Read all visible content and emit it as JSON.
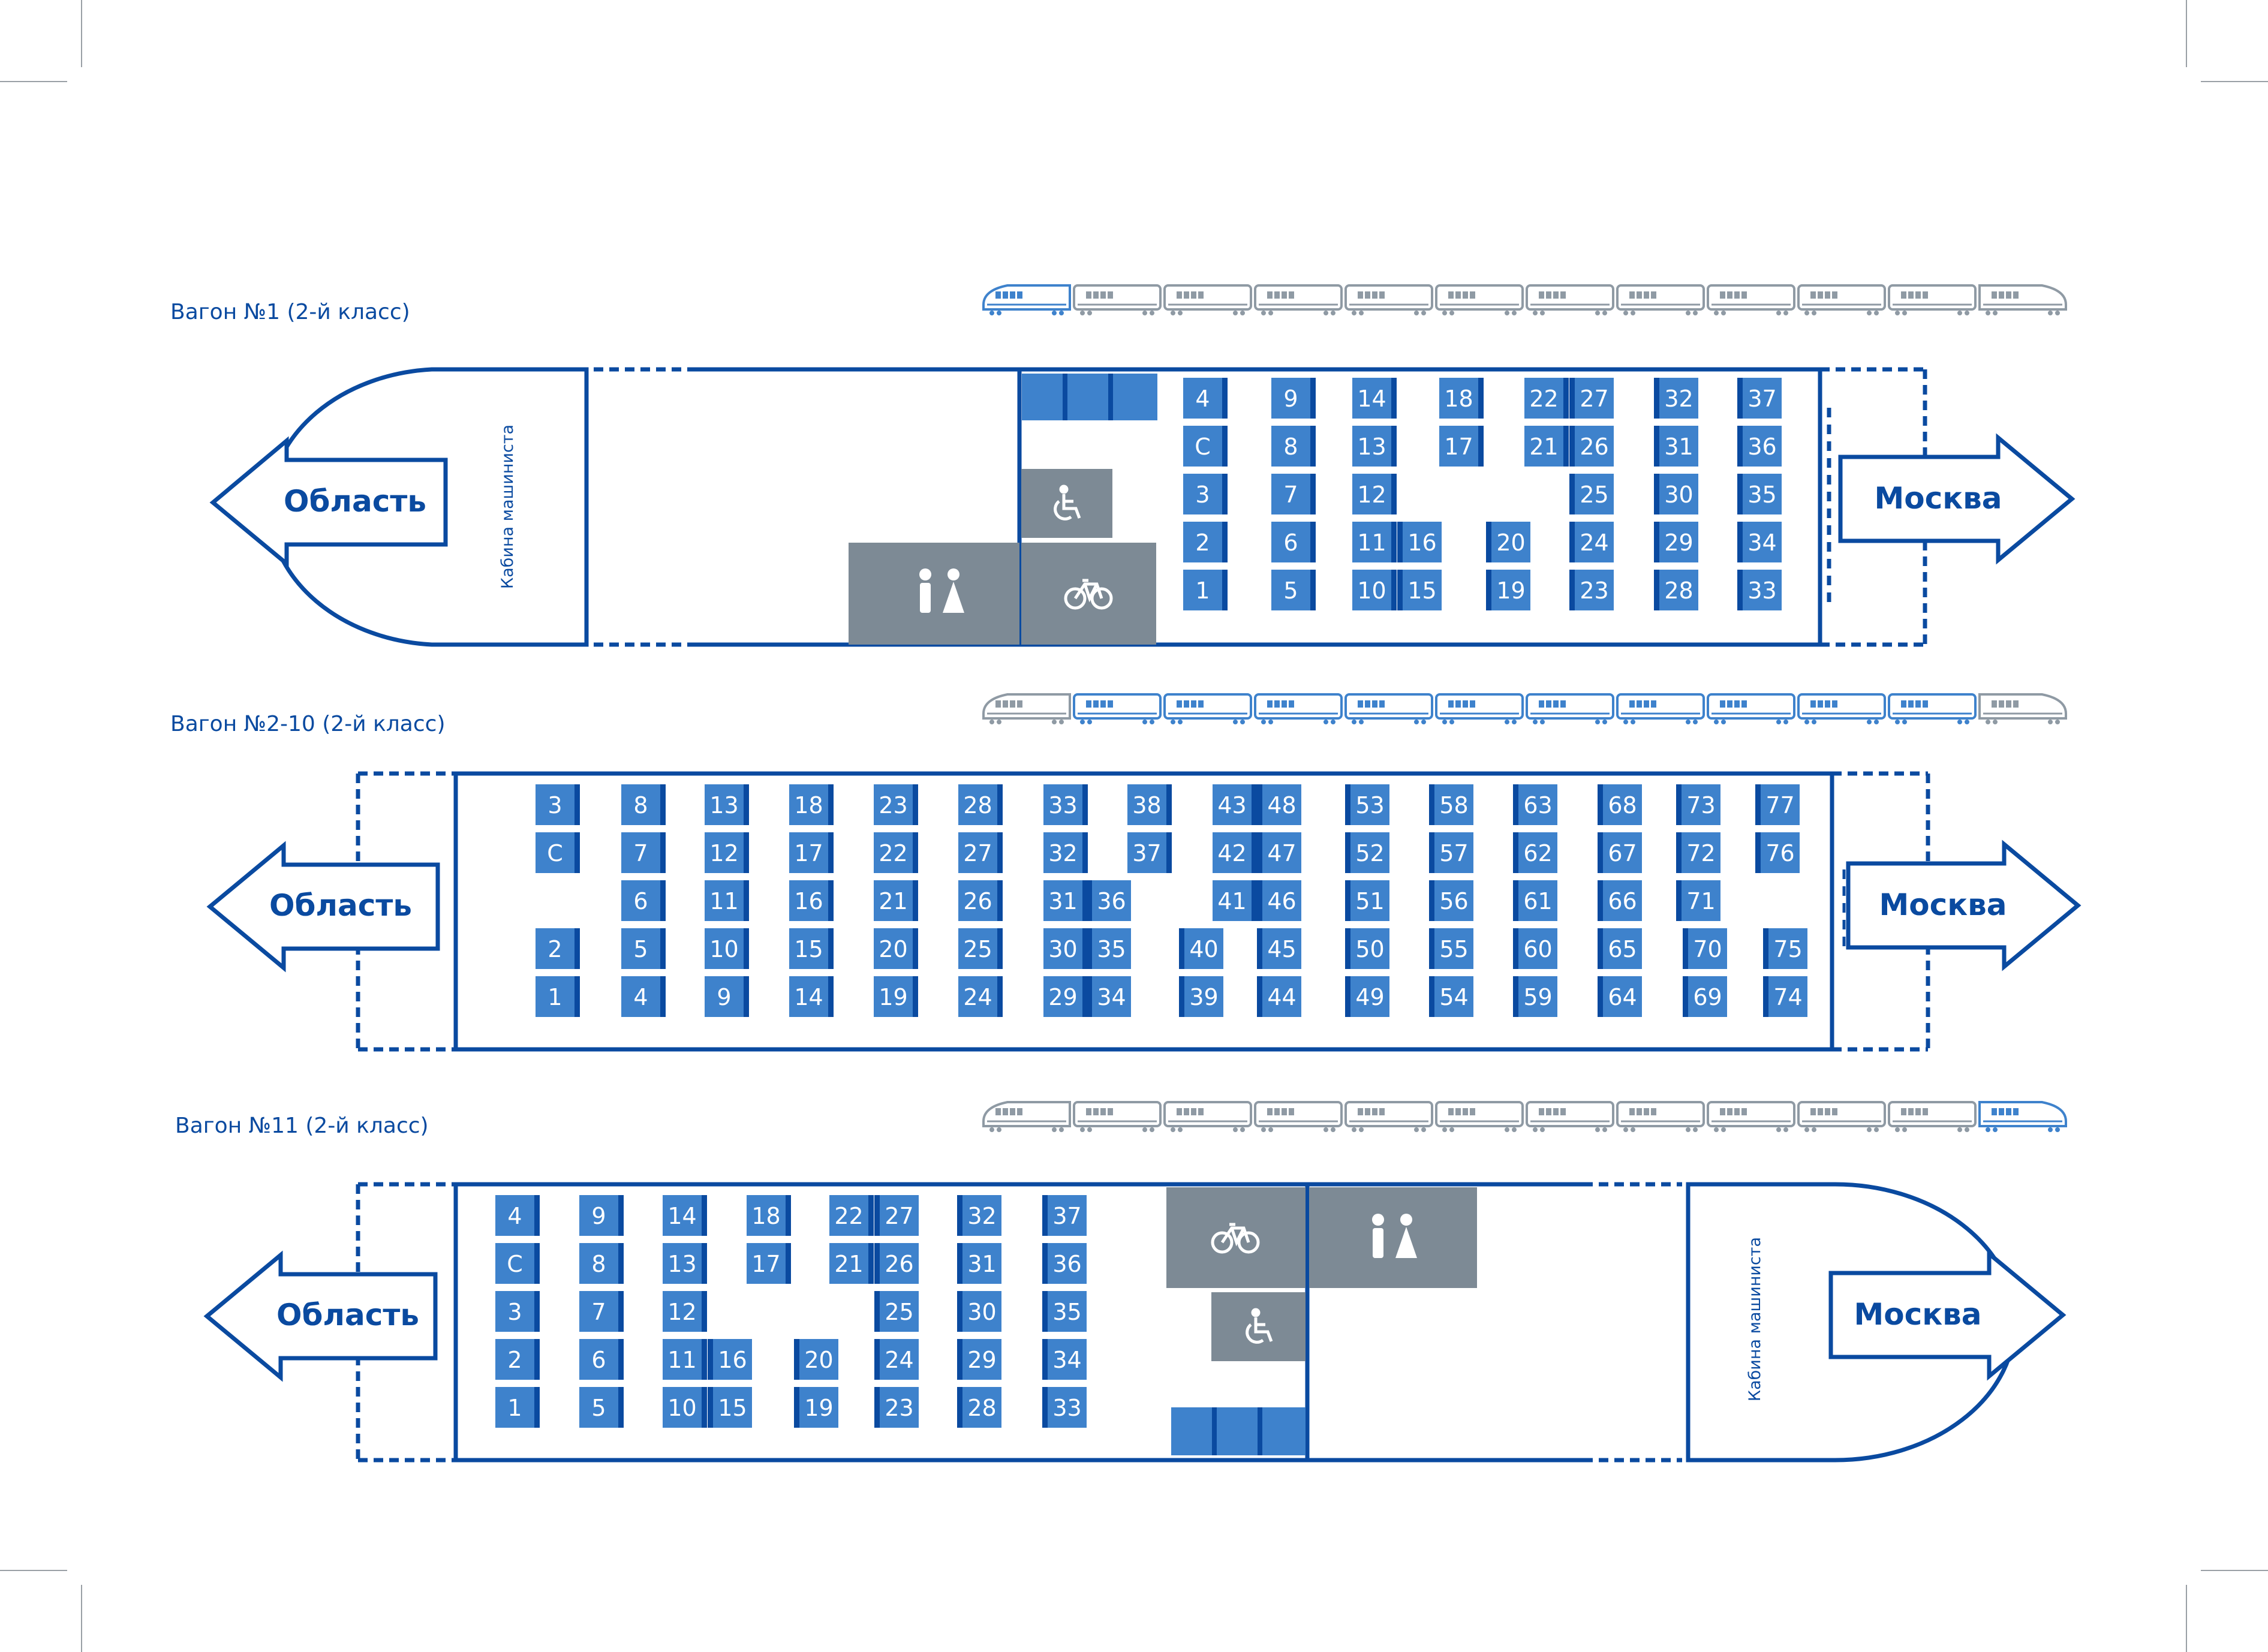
{
  "colors": {
    "outline": "#0a4aa0",
    "seat": "#3e82cc",
    "seat_back": "#0a4aa0",
    "facility": "#7d8a95",
    "train_active": "#3e82cc",
    "train_inactive": "#8f9aa4",
    "crop": "#9aa0a6"
  },
  "cars": [
    {
      "title": "Вагон №1 (2-й класс)",
      "left_direction": "Область",
      "right_direction": "Москва",
      "driver_cab": "Кабина машиниста",
      "train_active_index": 0,
      "seats": [
        {
          "label": "4",
          "facing": "r"
        },
        {
          "label": "С",
          "facing": "r"
        },
        {
          "label": "3",
          "facing": "r"
        },
        {
          "label": "2",
          "facing": "r"
        },
        {
          "label": "1",
          "facing": "r"
        },
        {
          "label": "9",
          "facing": "r"
        },
        {
          "label": "8",
          "facing": "r"
        },
        {
          "label": "7",
          "facing": "r"
        },
        {
          "label": "6",
          "facing": "r"
        },
        {
          "label": "5",
          "facing": "r"
        },
        {
          "label": "14",
          "facing": "r"
        },
        {
          "label": "13",
          "facing": "r"
        },
        {
          "label": "12",
          "facing": "r"
        },
        {
          "label": "11",
          "facing": "r"
        },
        {
          "label": "10",
          "facing": "r"
        },
        {
          "label": "16",
          "facing": "l"
        },
        {
          "label": "15",
          "facing": "l"
        },
        {
          "label": "18",
          "facing": "r"
        },
        {
          "label": "17",
          "facing": "r"
        },
        {
          "label": "22",
          "facing": "r"
        },
        {
          "label": "21",
          "facing": "r"
        },
        {
          "label": "27",
          "facing": "l"
        },
        {
          "label": "26",
          "facing": "l"
        },
        {
          "label": "25",
          "facing": "l"
        },
        {
          "label": "20",
          "facing": "l"
        },
        {
          "label": "19",
          "facing": "l"
        },
        {
          "label": "24",
          "facing": "l"
        },
        {
          "label": "23",
          "facing": "l"
        },
        {
          "label": "32",
          "facing": "l"
        },
        {
          "label": "31",
          "facing": "l"
        },
        {
          "label": "30",
          "facing": "l"
        },
        {
          "label": "29",
          "facing": "l"
        },
        {
          "label": "28",
          "facing": "l"
        },
        {
          "label": "37",
          "facing": "l"
        },
        {
          "label": "36",
          "facing": "l"
        },
        {
          "label": "35",
          "facing": "l"
        },
        {
          "label": "34",
          "facing": "l"
        },
        {
          "label": "33",
          "facing": "l"
        }
      ]
    },
    {
      "title": "Вагон №2-10 (2-й класс)",
      "left_direction": "Область",
      "right_direction": "Москва",
      "train_active_index": -1,
      "seats": [
        {
          "label": "3",
          "facing": "r"
        },
        {
          "label": "С",
          "facing": "r"
        },
        {
          "label": "2",
          "facing": "r"
        },
        {
          "label": "1",
          "facing": "r"
        },
        {
          "label": "8",
          "facing": "r"
        },
        {
          "label": "7",
          "facing": "r"
        },
        {
          "label": "6",
          "facing": "r"
        },
        {
          "label": "5",
          "facing": "r"
        },
        {
          "label": "4",
          "facing": "r"
        },
        {
          "label": "13",
          "facing": "r"
        },
        {
          "label": "12",
          "facing": "r"
        },
        {
          "label": "11",
          "facing": "r"
        },
        {
          "label": "10",
          "facing": "r"
        },
        {
          "label": "9",
          "facing": "r"
        },
        {
          "label": "18",
          "facing": "r"
        },
        {
          "label": "17",
          "facing": "r"
        },
        {
          "label": "16",
          "facing": "r"
        },
        {
          "label": "15",
          "facing": "r"
        },
        {
          "label": "14",
          "facing": "r"
        },
        {
          "label": "23",
          "facing": "r"
        },
        {
          "label": "22",
          "facing": "r"
        },
        {
          "label": "21",
          "facing": "r"
        },
        {
          "label": "20",
          "facing": "r"
        },
        {
          "label": "19",
          "facing": "r"
        },
        {
          "label": "28",
          "facing": "r"
        },
        {
          "label": "27",
          "facing": "r"
        },
        {
          "label": "26",
          "facing": "r"
        },
        {
          "label": "25",
          "facing": "r"
        },
        {
          "label": "24",
          "facing": "r"
        },
        {
          "label": "33",
          "facing": "r"
        },
        {
          "label": "32",
          "facing": "r"
        },
        {
          "label": "31",
          "facing": "r"
        },
        {
          "label": "30",
          "facing": "r"
        },
        {
          "label": "29",
          "facing": "r"
        },
        {
          "label": "36",
          "facing": "l"
        },
        {
          "label": "35",
          "facing": "l"
        },
        {
          "label": "34",
          "facing": "l"
        },
        {
          "label": "38",
          "facing": "r"
        },
        {
          "label": "37",
          "facing": "r"
        },
        {
          "label": "40",
          "facing": "l"
        },
        {
          "label": "39",
          "facing": "l"
        },
        {
          "label": "43",
          "facing": "r"
        },
        {
          "label": "42",
          "facing": "r"
        },
        {
          "label": "41",
          "facing": "r"
        },
        {
          "label": "48",
          "facing": "l"
        },
        {
          "label": "47",
          "facing": "l"
        },
        {
          "label": "46",
          "facing": "l"
        },
        {
          "label": "45",
          "facing": "l"
        },
        {
          "label": "44",
          "facing": "l"
        },
        {
          "label": "53",
          "facing": "l"
        },
        {
          "label": "52",
          "facing": "l"
        },
        {
          "label": "51",
          "facing": "l"
        },
        {
          "label": "50",
          "facing": "l"
        },
        {
          "label": "49",
          "facing": "l"
        },
        {
          "label": "58",
          "facing": "l"
        },
        {
          "label": "57",
          "facing": "l"
        },
        {
          "label": "56",
          "facing": "l"
        },
        {
          "label": "55",
          "facing": "l"
        },
        {
          "label": "54",
          "facing": "l"
        },
        {
          "label": "63",
          "facing": "l"
        },
        {
          "label": "62",
          "facing": "l"
        },
        {
          "label": "61",
          "facing": "l"
        },
        {
          "label": "60",
          "facing": "l"
        },
        {
          "label": "59",
          "facing": "l"
        },
        {
          "label": "68",
          "facing": "l"
        },
        {
          "label": "67",
          "facing": "l"
        },
        {
          "label": "66",
          "facing": "l"
        },
        {
          "label": "65",
          "facing": "l"
        },
        {
          "label": "64",
          "facing": "l"
        },
        {
          "label": "73",
          "facing": "l"
        },
        {
          "label": "72",
          "facing": "l"
        },
        {
          "label": "71",
          "facing": "l"
        },
        {
          "label": "70",
          "facing": "l"
        },
        {
          "label": "69",
          "facing": "l"
        },
        {
          "label": "77",
          "facing": "l"
        },
        {
          "label": "76",
          "facing": "l"
        },
        {
          "label": "75",
          "facing": "l"
        },
        {
          "label": "74",
          "facing": "l"
        }
      ]
    },
    {
      "title": "Вагон №11 (2-й класс)",
      "left_direction": "Область",
      "right_direction": "Москва",
      "driver_cab": "Кабина машиниста",
      "train_active_index": 11,
      "seats": [
        {
          "label": "4",
          "facing": "r"
        },
        {
          "label": "С",
          "facing": "r"
        },
        {
          "label": "3",
          "facing": "r"
        },
        {
          "label": "2",
          "facing": "r"
        },
        {
          "label": "1",
          "facing": "r"
        },
        {
          "label": "9",
          "facing": "r"
        },
        {
          "label": "8",
          "facing": "r"
        },
        {
          "label": "7",
          "facing": "r"
        },
        {
          "label": "6",
          "facing": "r"
        },
        {
          "label": "5",
          "facing": "r"
        },
        {
          "label": "14",
          "facing": "r"
        },
        {
          "label": "13",
          "facing": "r"
        },
        {
          "label": "12",
          "facing": "r"
        },
        {
          "label": "11",
          "facing": "r"
        },
        {
          "label": "10",
          "facing": "r"
        },
        {
          "label": "16",
          "facing": "l"
        },
        {
          "label": "15",
          "facing": "l"
        },
        {
          "label": "18",
          "facing": "r"
        },
        {
          "label": "17",
          "facing": "r"
        },
        {
          "label": "20",
          "facing": "l"
        },
        {
          "label": "19",
          "facing": "l"
        },
        {
          "label": "22",
          "facing": "r"
        },
        {
          "label": "21",
          "facing": "r"
        },
        {
          "label": "27",
          "facing": "l"
        },
        {
          "label": "26",
          "facing": "l"
        },
        {
          "label": "25",
          "facing": "l"
        },
        {
          "label": "24",
          "facing": "l"
        },
        {
          "label": "23",
          "facing": "l"
        },
        {
          "label": "32",
          "facing": "l"
        },
        {
          "label": "31",
          "facing": "l"
        },
        {
          "label": "30",
          "facing": "l"
        },
        {
          "label": "29",
          "facing": "l"
        },
        {
          "label": "28",
          "facing": "l"
        },
        {
          "label": "37",
          "facing": "l"
        },
        {
          "label": "36",
          "facing": "l"
        },
        {
          "label": "35",
          "facing": "l"
        },
        {
          "label": "34",
          "facing": "l"
        },
        {
          "label": "33",
          "facing": "l"
        }
      ]
    }
  ]
}
